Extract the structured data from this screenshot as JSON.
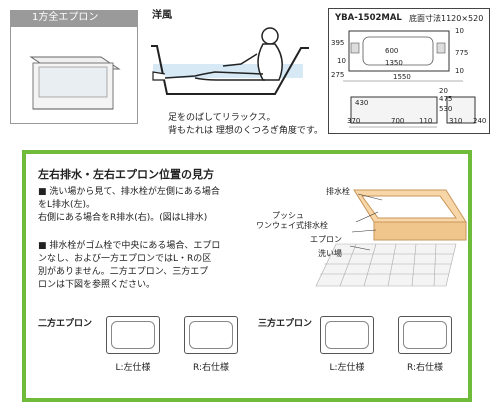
{
  "top": {
    "apron_tab": "1方全エプロン",
    "style_label": "洋風",
    "caption_line1": "足をのばしてリラックス。",
    "caption_line2": "背もたれは 理想のくつろぎ角度です。"
  },
  "spec": {
    "model": "YBA-1502MAL",
    "size_text": "底面寸法1120×520",
    "dims": {
      "d395": "395",
      "d600": "600",
      "d1350": "1350",
      "d10a": "10",
      "d10b": "10",
      "d10c": "10",
      "d775": "775",
      "d275": "275",
      "d1550": "1550",
      "d430": "430",
      "d475": "475",
      "d20": "20",
      "d530": "530",
      "d370": "370",
      "d700": "700",
      "d110": "110",
      "d310": "310",
      "d240": "240"
    }
  },
  "panel": {
    "title": "左右排水・左右エプロン位置の見方",
    "bullet1_line1": "■ 洗い場から見て、排水栓が左側にある場合",
    "bullet1_line2": "   をL排水(左)。",
    "bullet1_line3": "   右側にある場合をR排水(右)。(図はL排水)",
    "bullet2_line1": "■ 排水栓がゴム栓で中央にある場合、エプロ",
    "bullet2_line2": "   ンなし、および一方エプロンではL・Rの区",
    "bullet2_line3": "   別がありません。二方エプロン、三方エプ",
    "bullet2_line4": "   ロンは下図を参照ください。",
    "diagram_labels": {
      "drain": "排水栓",
      "push1": "プッシュ",
      "push2": "ワンウェイ式排水栓",
      "apron": "エプロン",
      "wash": "洗い場"
    },
    "two_apron": "二方エプロン",
    "three_apron": "三方エプロン",
    "l_spec": "L:左仕様",
    "r_spec": "R:右仕様"
  }
}
